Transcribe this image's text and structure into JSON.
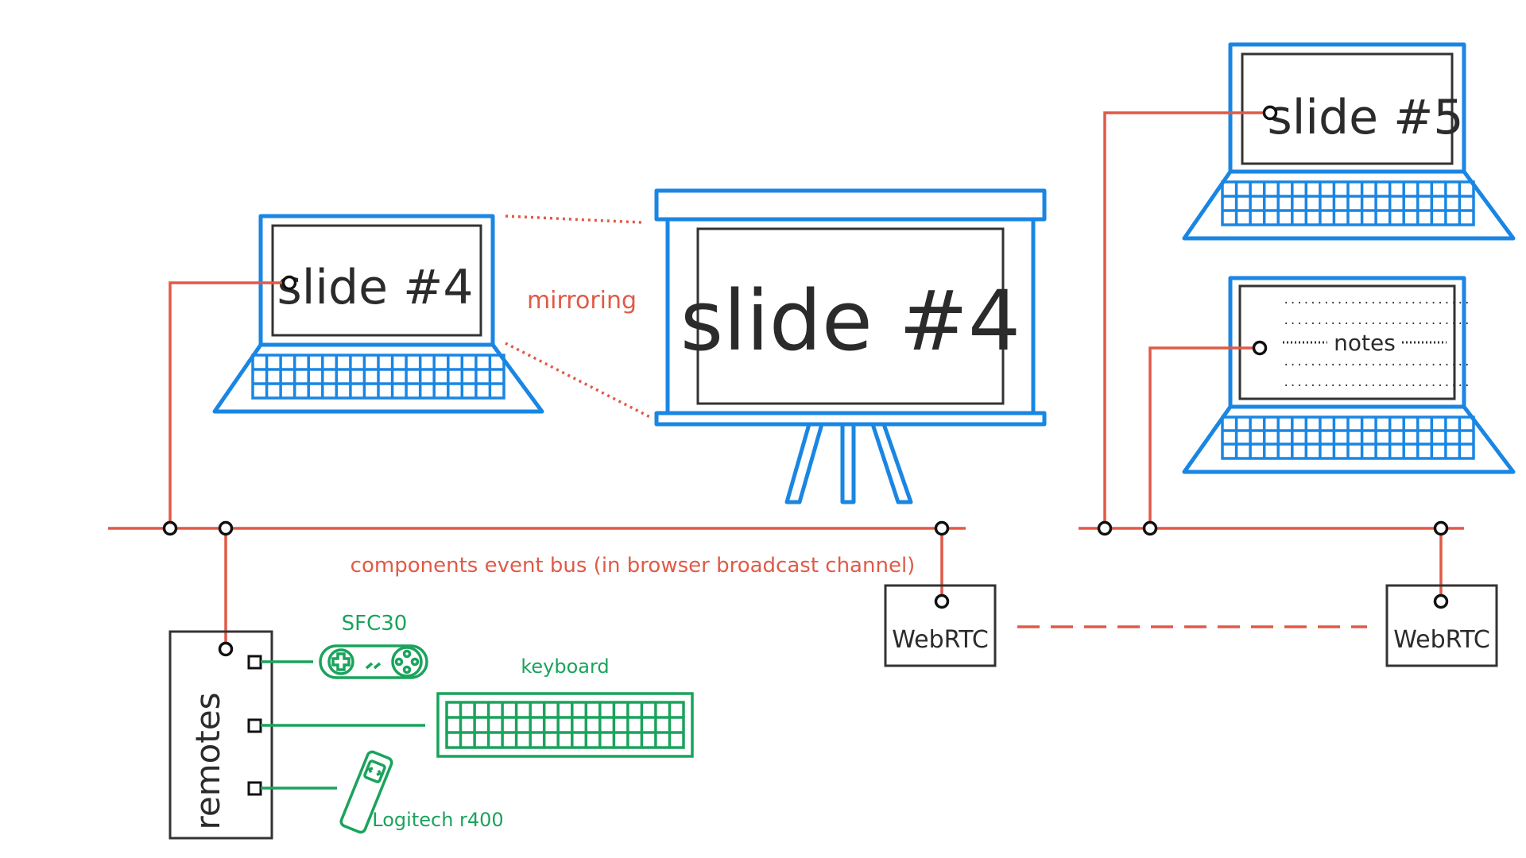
{
  "laptop_left": {
    "screen_text": "slide #4"
  },
  "projector": {
    "screen_text": "slide #4"
  },
  "mirroring_label": "mirroring",
  "laptop_right_top": {
    "screen_text": "slide #5"
  },
  "laptop_right_bottom": {
    "notes_text": "notes",
    "dots": "............................"
  },
  "bus_label": "components event bus (in browser broadcast channel)",
  "webrtc_left": "WebRTC",
  "webrtc_right": "WebRTC",
  "remotes": {
    "label": "remotes",
    "devices": {
      "gamepad": "SFC30",
      "keyboard": "keyboard",
      "presenter": "Logitech r400"
    }
  },
  "colors": {
    "device_blue": "#1a86e3",
    "bus_red": "#e05a47",
    "remote_green": "#1aa35c",
    "ink": "#2b2b2b"
  }
}
